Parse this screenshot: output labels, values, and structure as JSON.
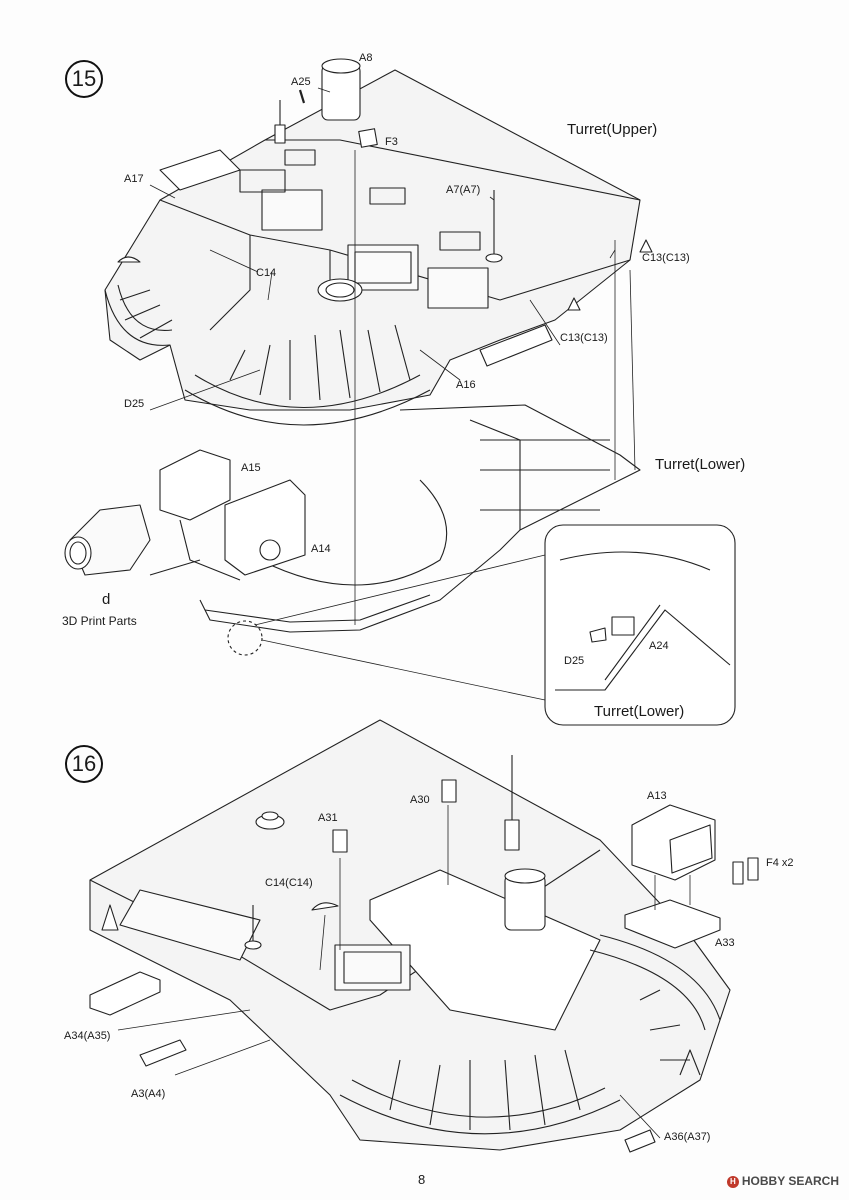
{
  "steps": {
    "s15": "15",
    "s16": "16"
  },
  "step15": {
    "titles": {
      "upper": "Turret(Upper)",
      "lower": "Turret(Lower)",
      "detail": "Turret(Lower)"
    },
    "parts": {
      "a8": "A8",
      "a25": "A25",
      "f3": "F3",
      "a17": "A17",
      "a7": "A7(A7)",
      "c14": "C14",
      "c13a": "C13(C13)",
      "c13b": "C13(C13)",
      "a16": "A16",
      "d25": "D25",
      "a15": "A15",
      "a14": "A14",
      "d25b": "D25",
      "a24": "A24"
    },
    "print": {
      "letter": "d",
      "caption": "3D Print Parts"
    }
  },
  "step16": {
    "parts": {
      "a30": "A30",
      "a31": "A31",
      "a13": "A13",
      "f4": "F4 x2",
      "c14": "C14(C14)",
      "a33": "A33",
      "a34": "A34(A35)",
      "a3": "A3(A4)",
      "a36": "A36(A37)"
    }
  },
  "footer": {
    "page": "8",
    "watermark": "HOBBY SEARCH",
    "watermark_icon": "H"
  }
}
